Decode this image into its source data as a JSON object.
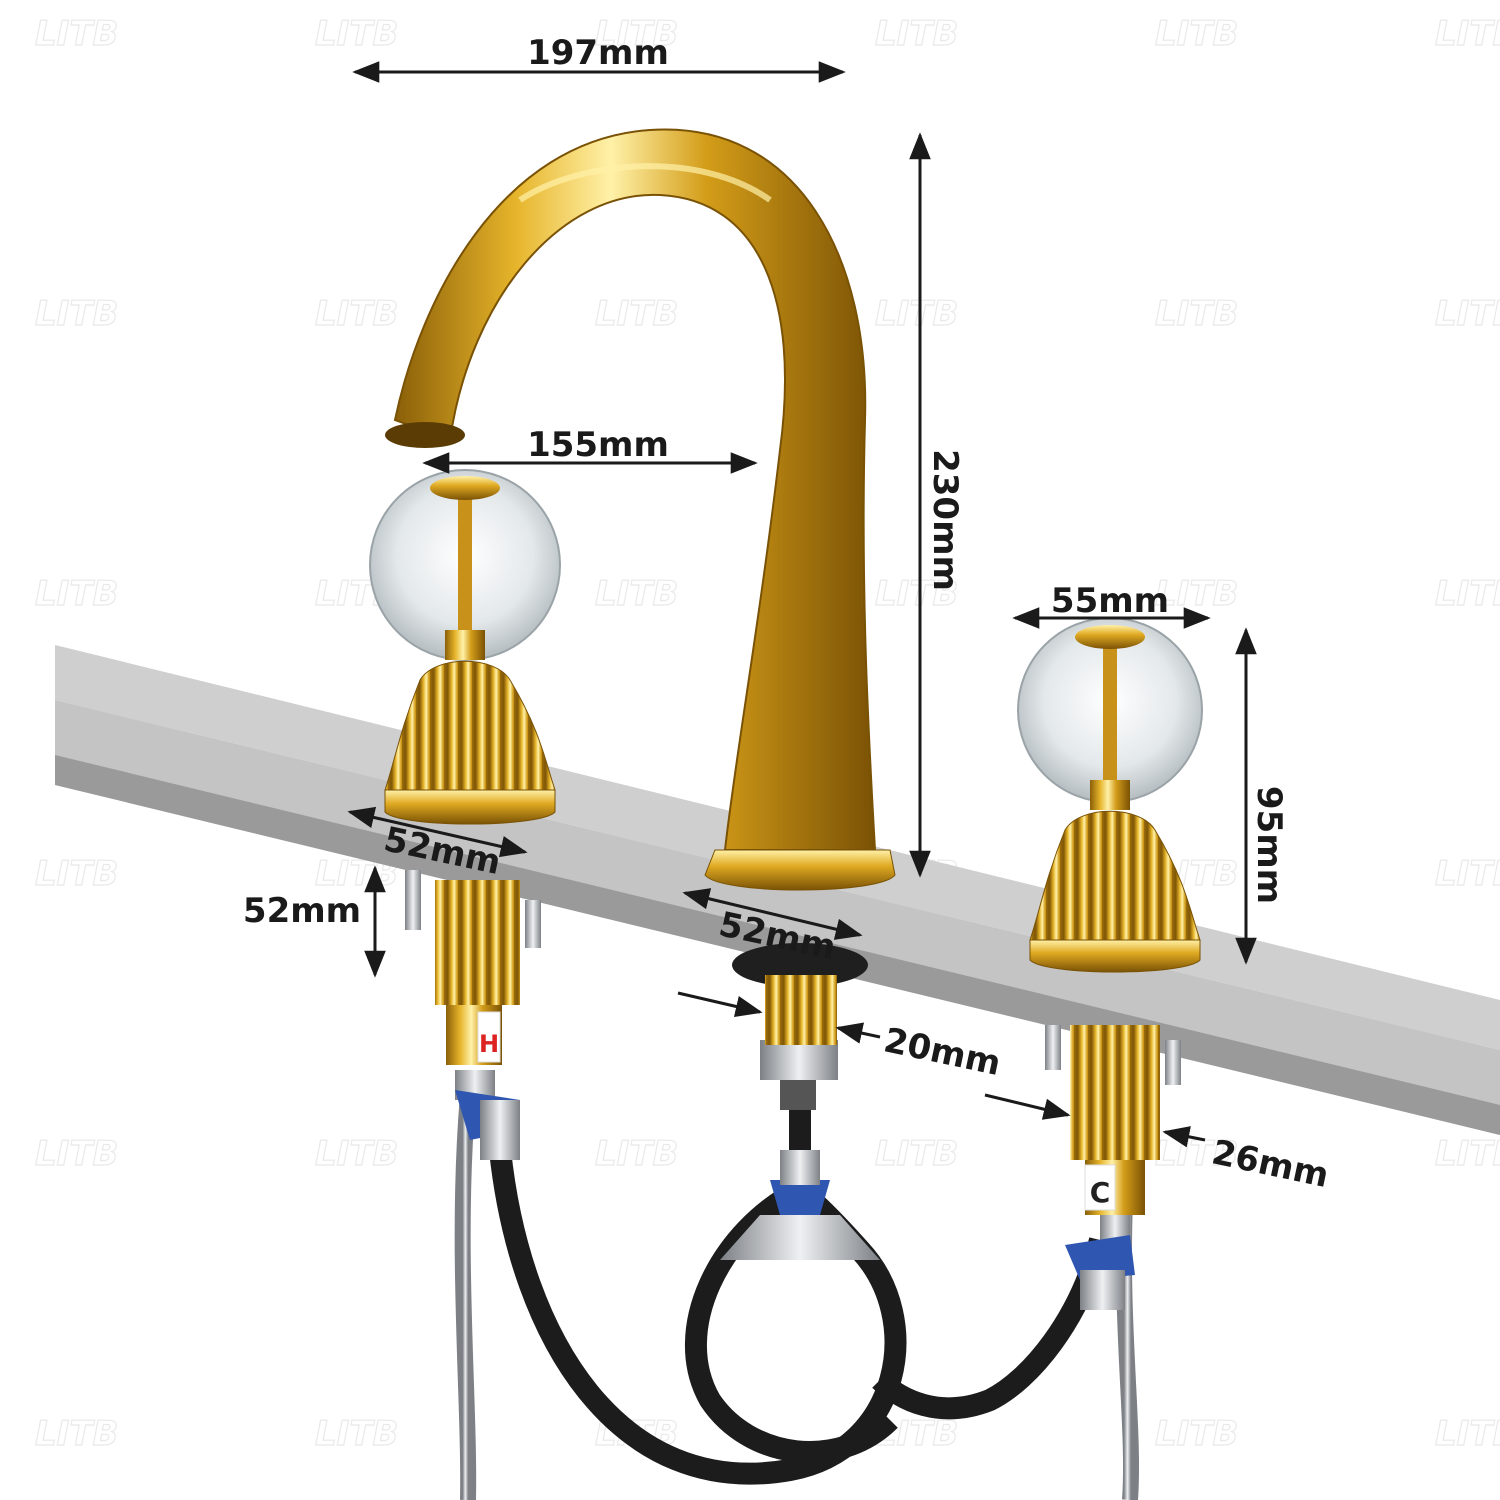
{
  "watermark": "LITB",
  "colors": {
    "gold": "#d8a520",
    "gold_dark": "#8a5f08",
    "gold_light": "#fff1a8",
    "counter_top": "#c2c2c2",
    "counter_edge": "#8e8e8e",
    "hose_black": "#1c1c1c",
    "hose_steel": "#b9bcc0",
    "crystal": "#e8ecee",
    "dimension_line": "#1a1a1a",
    "valve_blue": "#2f56b0"
  },
  "dimensions": {
    "spout_reach_total": "197mm",
    "spout_height": "230mm",
    "spout_to_handle": "155mm",
    "handle_width": "55mm",
    "handle_height": "95mm",
    "left_handle_base": "52mm",
    "left_shank_length": "52mm",
    "spout_base": "52mm",
    "spout_shank": "20mm",
    "handle_shank": "26mm"
  },
  "labels": {
    "hot": "H",
    "cold": "C"
  }
}
